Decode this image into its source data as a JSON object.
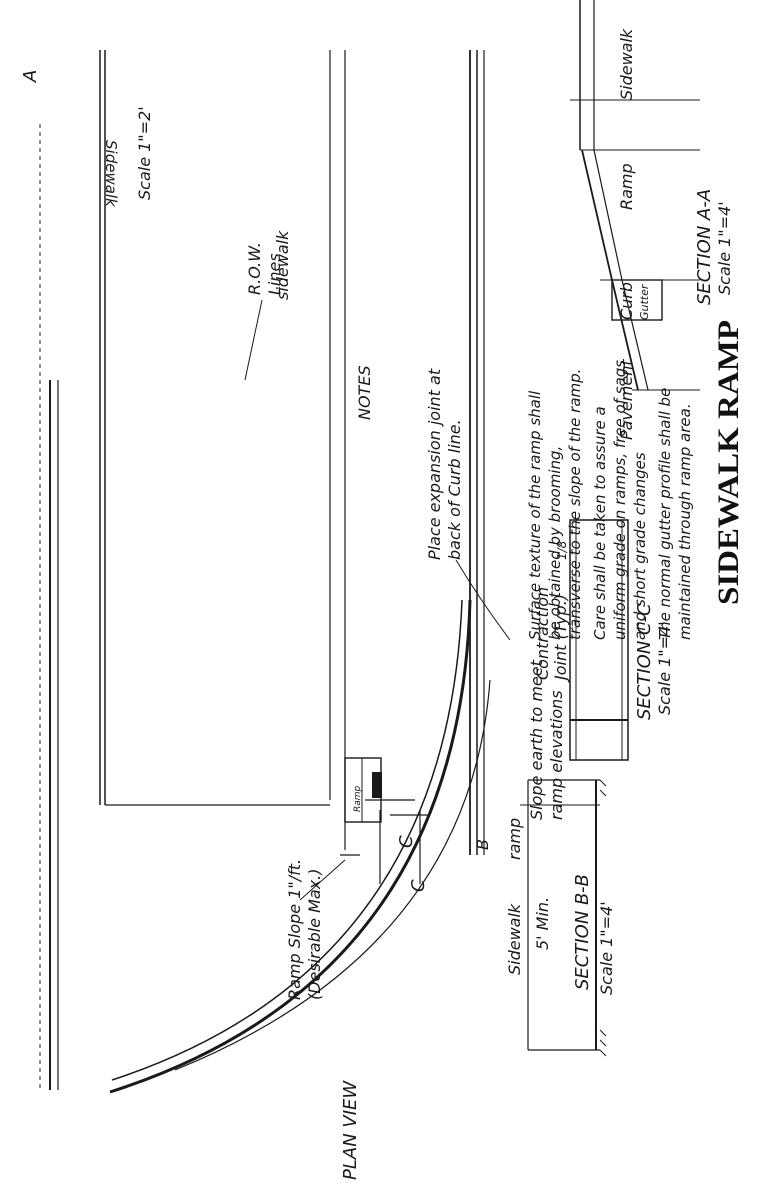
{
  "title": "SIDEWALK RAMP",
  "notes": {
    "heading": "NOTES",
    "lines": [
      "Surface texture of the ramp shall",
      "be obtained by brooming,",
      "transverse to the slope of the ramp.",
      "Care shall be taken to assure a",
      "uniform grade on ramps, free of sags",
      "and short grade changes",
      "The normal gutter profile shall be",
      "maintained through ramp area."
    ]
  },
  "plan_view": {
    "label": "PLAN VIEW",
    "scale": "Scale 1\"=2'",
    "row_lines": [
      "R.O.W.",
      "Lines"
    ],
    "sidewalk_upper": "Sidewalk",
    "sidewalk_lower": "sidewalk",
    "ramp": "Ramp",
    "ramp_slope": [
      "Ramp Slope 1\"/ft.",
      "(Desirable Max.)"
    ],
    "expansion_joint": [
      "Place expansion joint at",
      "back of Curb line."
    ],
    "mark_a": "A",
    "mark_c": "C",
    "mark_b": "B"
  },
  "section_aa": {
    "title": "SECTION A-A",
    "scale": "Scale 1\"=4'",
    "labels": [
      "Pavement",
      "Curb",
      "Ramp",
      "Sidewalk"
    ],
    "gutter": "Gutter"
  },
  "section_bb": {
    "title": "SECTION B-B",
    "scale": "Scale 1\"=4'",
    "sidewalk": "Sidewalk",
    "ramp": "ramp",
    "min": "5' Min.",
    "slope_note": [
      "Slope earth to meet",
      "ramp elevations"
    ]
  },
  "section_cc": {
    "title": "SECTION C-C",
    "scale": "Scale 1\"=4'",
    "joint": [
      "Contraction",
      "Joint (Typ.)"
    ],
    "dim": "1/8"
  }
}
